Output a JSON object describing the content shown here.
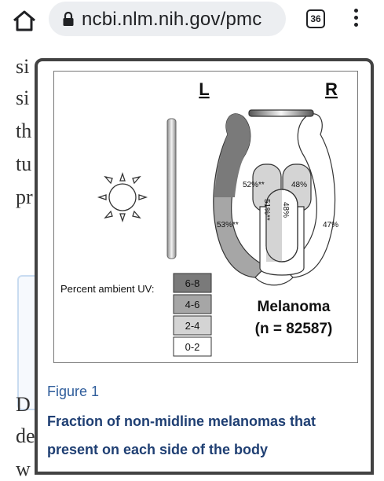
{
  "browser": {
    "url": "ncbi.nlm.nih.gov/pmc",
    "tab_count": "36"
  },
  "article": {
    "fragments": [
      "si",
      "si",
      "th",
      "tu",
      "pr",
      "D",
      "de",
      "w"
    ]
  },
  "figure": {
    "label": "Figure 1",
    "title": "Fraction of non-midline melanomas that present on each side of the body",
    "side_left": "L",
    "side_right": "R",
    "legend_title": "Percent ambient UV:",
    "legend": [
      {
        "range": "6-8",
        "color": "#7a7a7a"
      },
      {
        "range": "4-6",
        "color": "#a6a6a6"
      },
      {
        "range": "2-4",
        "color": "#d4d4d4"
      },
      {
        "range": "0-2",
        "color": "#ffffff"
      }
    ],
    "heading": "Melanoma",
    "count": "(n = 82587)",
    "regions": {
      "left_arm": "53%**",
      "right_arm": "47%",
      "left_upper": "52%**",
      "right_upper": "48%",
      "left_lower": "51%**",
      "right_lower": "48%"
    }
  }
}
